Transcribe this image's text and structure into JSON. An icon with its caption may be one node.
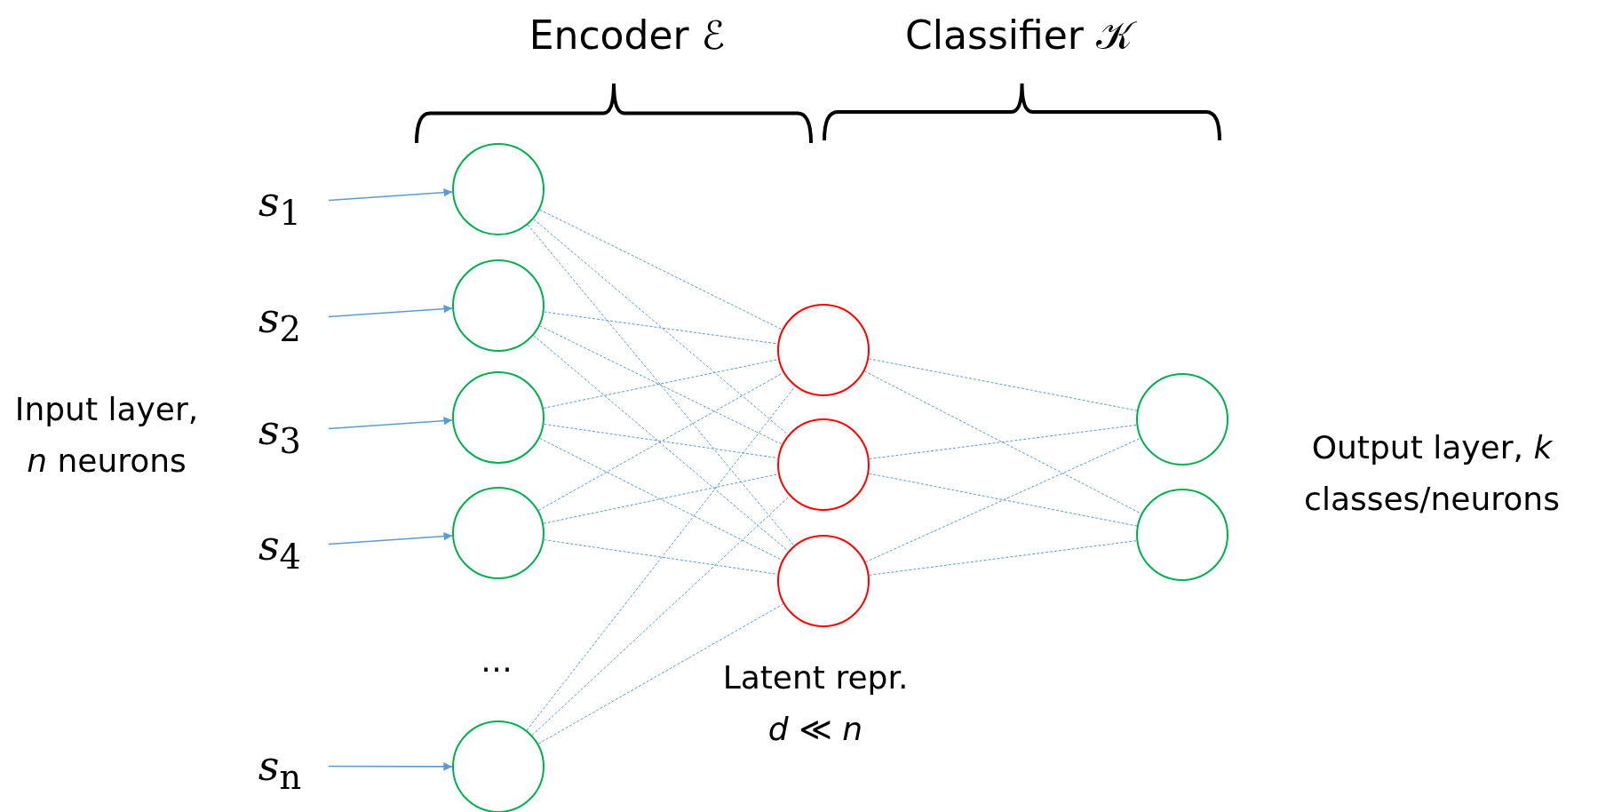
{
  "diagram": {
    "nodes": [
      {
        "text": [
          "*s*$_{1}$"
        ]
      },
      {
        "text": [
          "*s*$_{2}$"
        ]
      },
      {
        "text": [
          "*s*$_{3}$"
        ]
      },
      {
        "text": [
          "*s*$_{4}$"
        ]
      },
      {
        "text": [
          "*s*$_{n}$"
        ]
      },
      {
        "text": [],
        "shape": "circle"
      },
      {
        "text": [],
        "shape": "circle"
      },
      {
        "text": [],
        "shape": "circle"
      },
      {
        "text": [],
        "shape": "circle"
      },
      {
        "text": [],
        "shape": "circle"
      },
      {
        "text": [],
        "shape": "circle"
      },
      {
        "text": [],
        "shape": "circle"
      },
      {
        "text": [],
        "shape": "circle"
      },
      {
        "text": [],
        "shape": "circle"
      },
      {
        "text": [],
        "shape": "circle"
      }
    ],
    "edges": [
      {
        "from": 0,
        "to": 5,
        "arrow": "to"
      },
      {
        "from": 1,
        "to": 6,
        "arrow": "to"
      },
      {
        "from": 2,
        "to": 7,
        "arrow": "to"
      },
      {
        "from": 3,
        "to": 8,
        "arrow": "to"
      },
      {
        "from": 4,
        "to": 9,
        "arrow": "to"
      },
      {
        "from": 5,
        "to": 10,
        "arrow": "none",
        "style": "dashed"
      },
      {
        "from": 5,
        "to": 11,
        "arrow": "none",
        "style": "dashed"
      },
      {
        "from": 5,
        "to": 12,
        "arrow": "none",
        "style": "dashed"
      },
      {
        "from": 6,
        "to": 10,
        "arrow": "none",
        "style": "dashed"
      },
      {
        "from": 6,
        "to": 11,
        "arrow": "none",
        "style": "dashed"
      },
      {
        "from": 6,
        "to": 12,
        "arrow": "none",
        "style": "dashed"
      },
      {
        "from": 7,
        "to": 10,
        "arrow": "none",
        "style": "dashed"
      },
      {
        "from": 7,
        "to": 11,
        "arrow": "none",
        "style": "dashed"
      },
      {
        "from": 7,
        "to": 12,
        "arrow": "none",
        "style": "dashed"
      },
      {
        "from": 8,
        "to": 10,
        "arrow": "none",
        "style": "dashed"
      },
      {
        "from": 8,
        "to": 11,
        "arrow": "none",
        "style": "dashed"
      },
      {
        "from": 8,
        "to": 12,
        "arrow": "none",
        "style": "dashed"
      },
      {
        "from": 9,
        "to": 10,
        "arrow": "none",
        "style": "dashed"
      },
      {
        "from": 9,
        "to": 11,
        "arrow": "none",
        "style": "dashed"
      },
      {
        "from": 9,
        "to": 12,
        "arrow": "none",
        "style": "dashed"
      },
      {
        "from": 10,
        "to": 13,
        "arrow": "none",
        "style": "dashed"
      },
      {
        "from": 10,
        "to": 14,
        "arrow": "none",
        "style": "dashed"
      },
      {
        "from": 11,
        "to": 13,
        "arrow": "none",
        "style": "dashed"
      },
      {
        "from": 11,
        "to": 14,
        "arrow": "none",
        "style": "dashed"
      },
      {
        "from": 12,
        "to": 13,
        "arrow": "none",
        "style": "dashed"
      },
      {
        "from": 12,
        "to": 14,
        "arrow": "none",
        "style": "dashed"
      }
    ],
    "labels": [
      "Encoder ℰ",
      "Classifier 𝒦",
      "Input layer, *n* neurons",
      "…",
      "Latent repr. *d* ≪ *n*",
      "Output layer, *k* classes/neurons"
    ]
  }
}
